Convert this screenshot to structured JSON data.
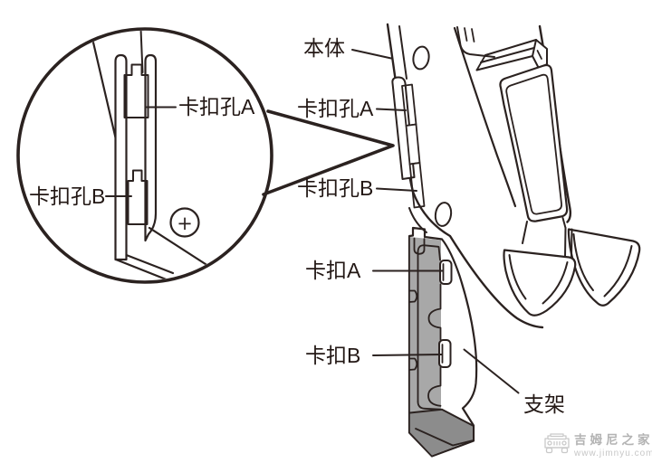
{
  "colors": {
    "ink": "#2b2220",
    "label_text": "#231815",
    "slot_gray": "#8f8f8f",
    "bracket_gray": "#9a9a9a",
    "bracket_light": "#a8a8a8",
    "bracket_dark": "#8c8c8c",
    "watermark_gray": "#bdbdbd"
  },
  "callout": {
    "labels": {
      "hole_a": "卡扣孔A",
      "hole_b": "卡扣孔B"
    },
    "screw_symbol": "+"
  },
  "main": {
    "labels": {
      "body": "本体",
      "hole_a": "卡扣孔A",
      "hole_b": "卡扣孔B",
      "snap_a": "卡扣A",
      "snap_b": "卡扣B",
      "bracket": "支架"
    }
  },
  "watermark": {
    "site_name": "吉姆尼之家",
    "site_url": "www.jimnyu.com"
  }
}
